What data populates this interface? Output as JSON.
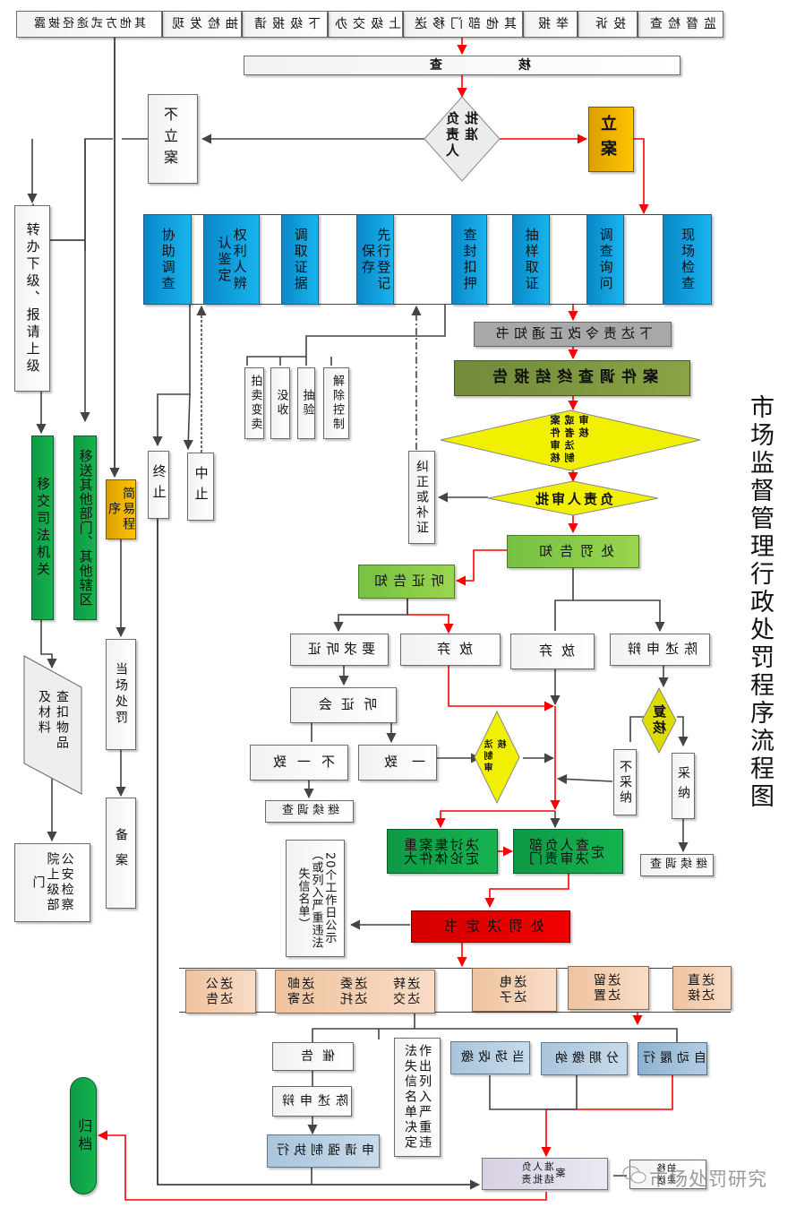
{
  "title": "市场监督管理行政处罚程序流程图",
  "watermark": "市场处罚研究",
  "colors": {
    "main_flow": "#ff0000",
    "secondary_flow": "#444444",
    "investigation": "#0aa6e0",
    "filing": "#f5b800",
    "decision": "#e00000",
    "delivery": "#f2cdb0",
    "archive": "#0fa84a"
  },
  "sources": [
    "监督检查",
    "投诉",
    "举报",
    "其他部门移送",
    "上级交办",
    "下级报请",
    "抽检发现",
    "其他方式途径披露"
  ],
  "verify": "核 查",
  "approve_diamond": "负责人批准",
  "file_case": "立案",
  "no_case": "不立案",
  "transfer_down": "转办下级、报请上级",
  "transfer_other": "移送其他部门、其他辖区",
  "transfer_judicial": "移交司法机关",
  "summary_proc": "简易程序",
  "on_spot": "当场处罚",
  "record": "备案",
  "seized_goods": "查扣物品及材料",
  "police": "公安检察院上级部门",
  "investigation_steps": [
    "现场检查",
    "调查询问",
    "抽样取证",
    "查封扣押",
    "先行登记保存",
    "调取证据",
    "权利人辨认鉴定",
    "协助调查"
  ],
  "seizure_outcomes": [
    "解除控制",
    "抽验",
    "没收",
    "拍卖变卖"
  ],
  "suspend": "中止",
  "terminate": "终止",
  "rectify_notice": "下达责令改正通知书",
  "report": "案件调查终结报告",
  "legal_review": "案件审核或者法制审核",
  "head_approval": "负责人审批",
  "correct": "纠正或补证",
  "penalty_notice": "处罚告知",
  "hearing_notice": "听证告知",
  "statement": "陈述申辩",
  "waive1": "放弃",
  "waive2": "放弃",
  "request_hearing": "要求听证",
  "hearing": "听证会",
  "recheck": "复核",
  "consistent": "一致",
  "inconsistent": "不一致",
  "legal_check": "法制审核",
  "not_adopt": "不采纳",
  "adopt": "采纳",
  "continue1": "继续调查",
  "continue2": "继续调查",
  "dept_head": "部门负责人审查决定",
  "collective": "重大案件集体讨论决定",
  "publicity": "20个工作日公示（或列入严重违法失信名单）",
  "decision": "处罚决定书",
  "delivery": [
    "直接送达",
    "留置送达",
    "电子送达",
    "邮寄送达",
    "委托送达",
    "转交送达",
    "公告送达"
  ],
  "execution": [
    "自动履行",
    "分期缴纳",
    "当场收缴"
  ],
  "blacklist_decision": "作出列入严重违法失信名单决定",
  "urge": "催告",
  "statement2": "陈述申辩",
  "enforce": "申请强制执行",
  "close": "负责人批准结案",
  "transfer_box": "移送拍卖",
  "archive": "归档"
}
